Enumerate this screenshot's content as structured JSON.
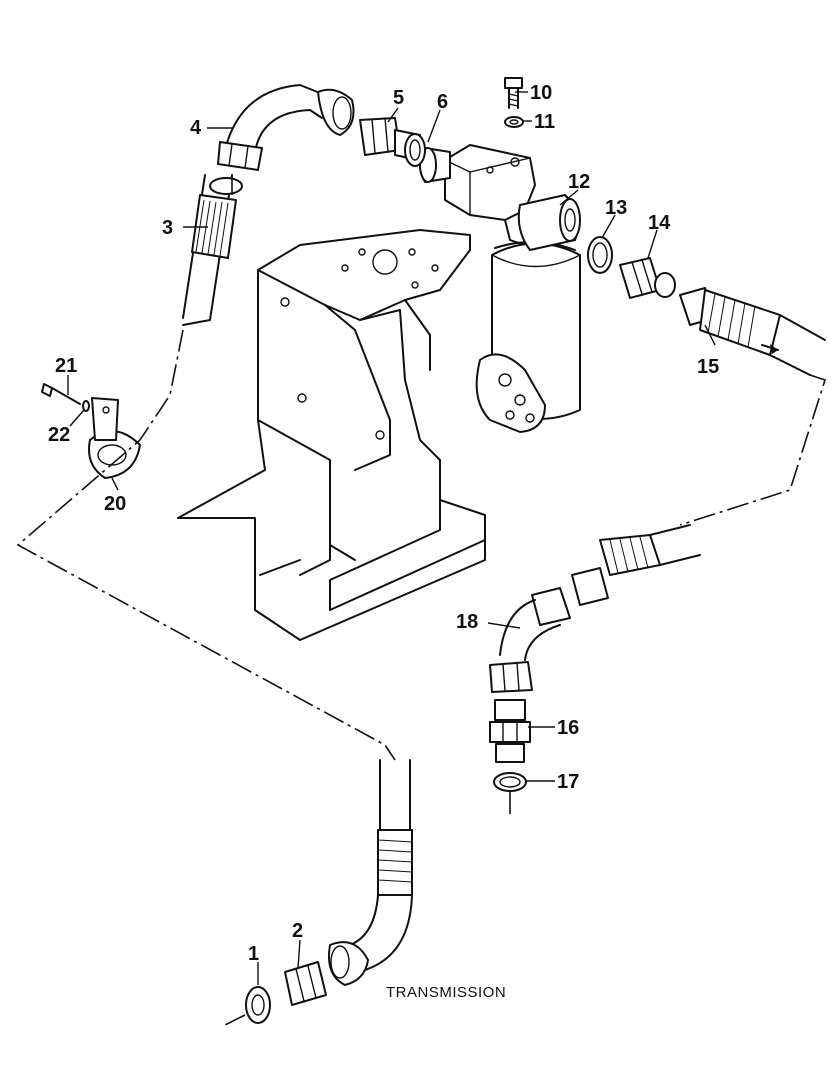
{
  "callouts": {
    "c1": "1",
    "c2": "2",
    "c3": "3",
    "c4": "4",
    "c5": "5",
    "c6": "6",
    "c10": "10",
    "c11": "11",
    "c12": "12",
    "c13": "13",
    "c14": "14",
    "c15": "15",
    "c16": "16",
    "c17": "17",
    "c18": "18",
    "c20": "20",
    "c21": "21",
    "c22": "22"
  },
  "caption": "TRANSMISSION"
}
